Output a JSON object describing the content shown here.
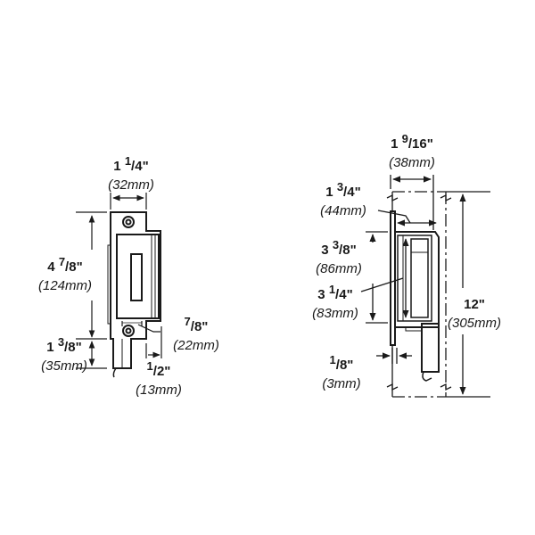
{
  "left_view": {
    "width": {
      "whole": "1",
      "num": "1",
      "den": "4\"",
      "mm": "(32mm)"
    },
    "height": {
      "whole": "4",
      "num": "7",
      "den": "8\"",
      "mm": "(124mm)"
    },
    "bottom": {
      "whole": "1",
      "num": "3",
      "den": "8\"",
      "mm": "(35mm)"
    },
    "offset": {
      "whole": "",
      "num": "7",
      "den": "8\"",
      "mm": "(22mm)"
    },
    "depth": {
      "whole": "",
      "num": "1",
      "den": "2\"",
      "mm": "(13mm)"
    }
  },
  "right_view": {
    "width": {
      "whole": "1",
      "num": "9",
      "den": "16\"",
      "mm": "(38mm)"
    },
    "face": {
      "whole": "1",
      "num": "3",
      "den": "4\"",
      "mm": "(44mm)"
    },
    "body": {
      "whole": "3",
      "num": "3",
      "den": "8\"",
      "mm": "(86mm)"
    },
    "keeper": {
      "whole": "3",
      "num": "1",
      "den": "4\"",
      "mm": "(83mm)"
    },
    "total": {
      "whole": "12\"",
      "num": "",
      "den": "",
      "mm": "(305mm)"
    },
    "plate": {
      "whole": "",
      "num": "1",
      "den": "8\"",
      "mm": "(3mm)"
    }
  },
  "colors": {
    "line": "#1a1a1a",
    "background": "#ffffff"
  }
}
